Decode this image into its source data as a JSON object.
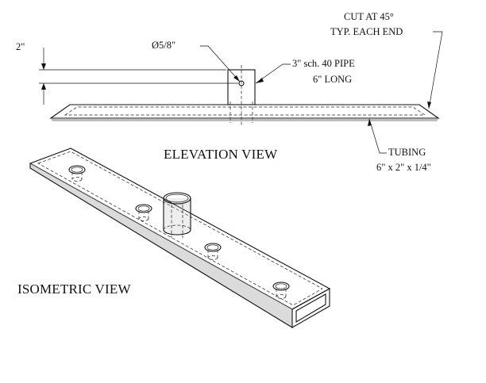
{
  "labels": {
    "cut_line1": "CUT AT  45°",
    "cut_line2": "TYP. EACH END",
    "hole_dim": "Ø5/8\"",
    "offset_dim": "2\"",
    "pipe_line1": "3\" sch. 40 PIPE",
    "pipe_line2": "6\" LONG",
    "tubing_line1": "TUBING",
    "tubing_line2": "6\" x 2\" x 1/4\""
  },
  "views": {
    "elevation_title": "ELEVATION VIEW",
    "isometric_title": "ISOMETRIC VIEW"
  }
}
